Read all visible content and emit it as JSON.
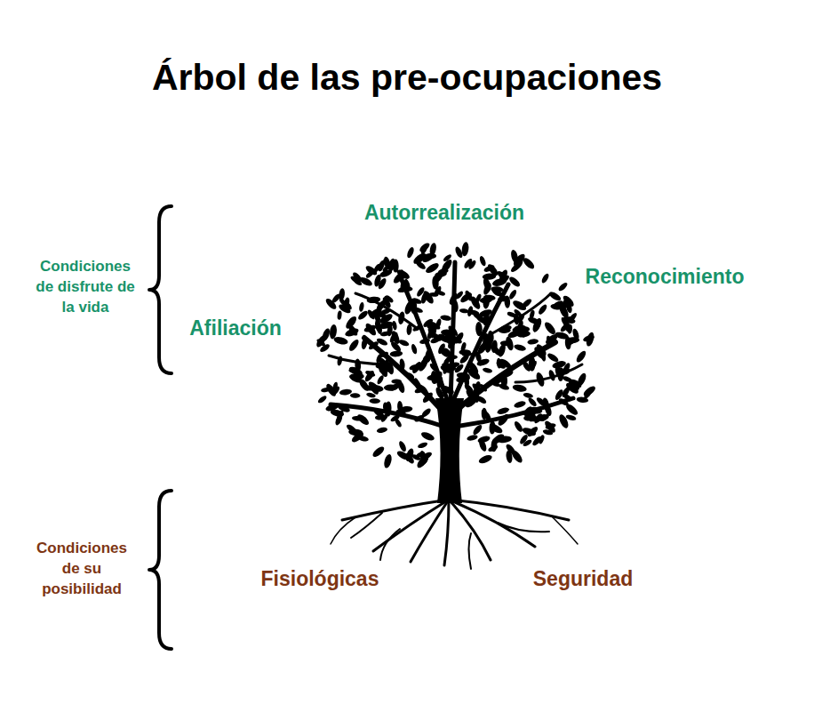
{
  "diagram": {
    "title": "Árbol de las pre-ocupaciones",
    "labels": [
      "Autorrealización",
      "Condiciones de disfrute de la vida",
      "Reconocimiento",
      "Afiliación",
      "Condiciones de su posibilidad",
      "Fisiológicas",
      "Seguridad"
    ]
  }
}
